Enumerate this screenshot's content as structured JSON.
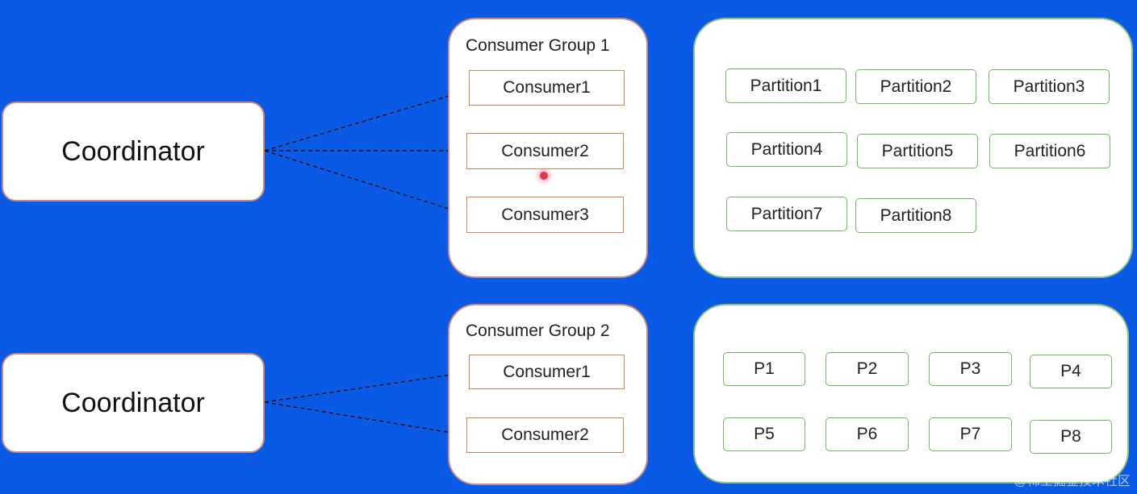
{
  "top": {
    "coordinator_label": "Coordinator",
    "group_title": "Consumer Group 1",
    "consumers": [
      "Consumer1",
      "Consumer2",
      "Consumer3"
    ],
    "partitions": [
      "Partition1",
      "Partition2",
      "Partition3",
      "Partition4",
      "Partition5",
      "Partition6",
      "Partition7",
      "Partition8"
    ]
  },
  "bottom": {
    "coordinator_label": "Coordinator",
    "group_title": "Consumer Group 2",
    "consumers": [
      "Consumer1",
      "Consumer2"
    ],
    "partitions": [
      "P1",
      "P2",
      "P3",
      "P4",
      "P5",
      "P6",
      "P7",
      "P8"
    ]
  },
  "watermark": "@稀土掘金技术社区",
  "colors": {
    "background": "#0a5ae6",
    "group_border": "#c98a82",
    "consumer_border": "#d9824f",
    "partition_border": "#6bbb5a"
  }
}
